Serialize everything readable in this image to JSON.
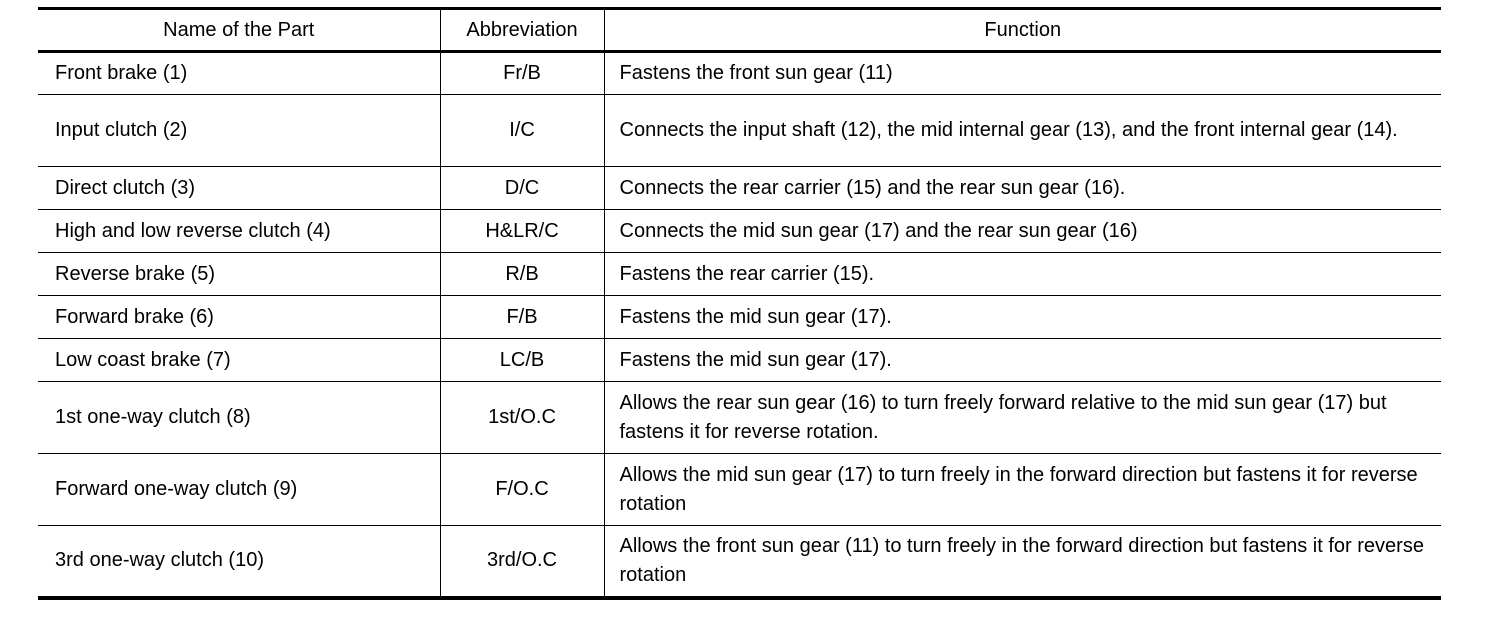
{
  "table": {
    "headers": {
      "name": "Name of the Part",
      "abbreviation": "Abbreviation",
      "function": "Function"
    },
    "rows": [
      {
        "name": "Front brake (1)",
        "abbreviation": "Fr/B",
        "function": "Fastens the front sun gear (11)"
      },
      {
        "name": "Input clutch (2)",
        "abbreviation": "I/C",
        "function": "Connects the input shaft (12), the mid internal gear (13), and the front internal gear (14)."
      },
      {
        "name": "Direct clutch (3)",
        "abbreviation": "D/C",
        "function": "Connects the rear carrier (15) and the rear sun gear (16)."
      },
      {
        "name": "High and low reverse clutch (4)",
        "abbreviation": "H&LR/C",
        "function": "Connects the mid sun gear (17) and the rear sun gear (16)"
      },
      {
        "name": "Reverse brake (5)",
        "abbreviation": "R/B",
        "function": "Fastens the rear carrier (15)."
      },
      {
        "name": "Forward brake (6)",
        "abbreviation": "F/B",
        "function": "Fastens the mid sun gear (17)."
      },
      {
        "name": "Low coast brake (7)",
        "abbreviation": "LC/B",
        "function": "Fastens the mid sun gear (17)."
      },
      {
        "name": "1st one-way clutch (8)",
        "abbreviation": "1st/O.C",
        "function": "Allows the rear sun gear (16) to turn freely forward relative to the mid sun gear (17) but fastens it for reverse rotation."
      },
      {
        "name": "Forward one-way clutch (9)",
        "abbreviation": "F/O.C",
        "function": "Allows the mid sun gear (17) to turn freely in the forward direction but fastens it for reverse rotation"
      },
      {
        "name": "3rd one-way clutch (10)",
        "abbreviation": "3rd/O.C",
        "function": "Allows the front sun gear (11) to turn freely in the forward direction but fastens it for reverse rotation"
      }
    ]
  }
}
